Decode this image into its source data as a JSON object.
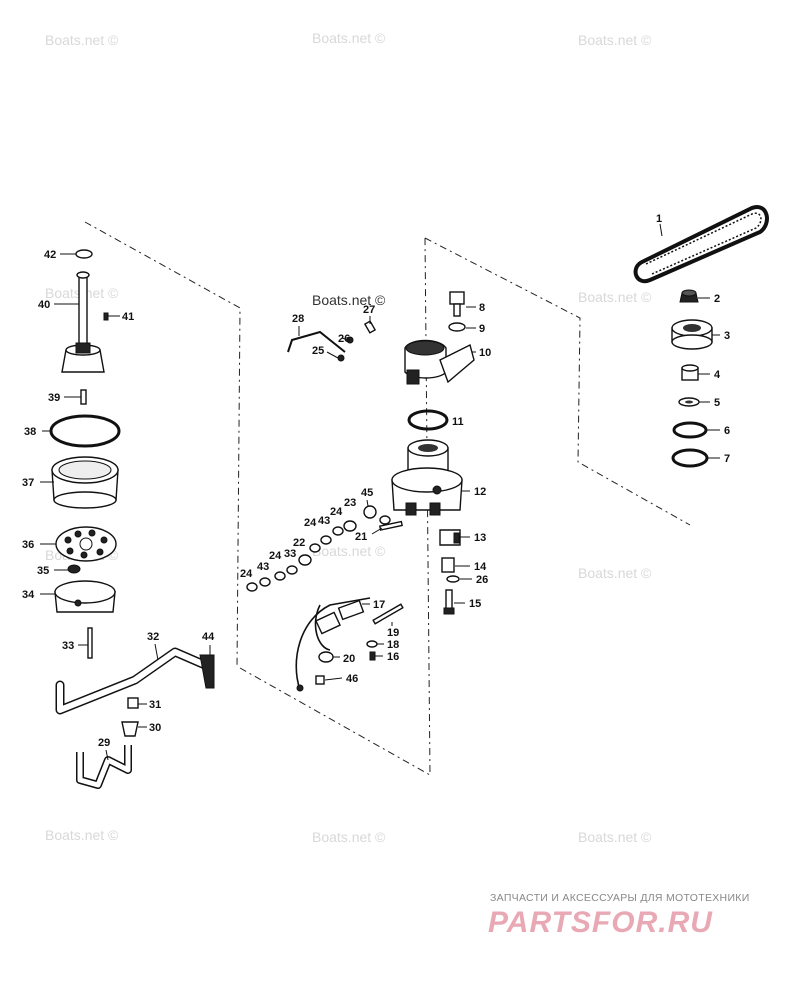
{
  "watermark": "Boats.net ©",
  "footer": {
    "tagline": "ЗАПЧАСТИ И АКСЕССУАРЫ ДЛЯ МОТОТЕХНИКИ",
    "logo": "PARTSFOR.RU"
  },
  "callouts": [
    "1",
    "2",
    "3",
    "4",
    "5",
    "6",
    "7",
    "8",
    "9",
    "10",
    "11",
    "12",
    "13",
    "14",
    "15",
    "16",
    "17",
    "18",
    "19",
    "20",
    "21",
    "22",
    "23",
    "24",
    "25",
    "26",
    "27",
    "28",
    "29",
    "30",
    "31",
    "32",
    "33",
    "34",
    "35",
    "36",
    "37",
    "38",
    "39",
    "40",
    "41",
    "42",
    "43",
    "44",
    "45",
    "46"
  ],
  "callout_24_repeats": [
    "24",
    "24",
    "24"
  ],
  "callout_26_repeat": "26"
}
